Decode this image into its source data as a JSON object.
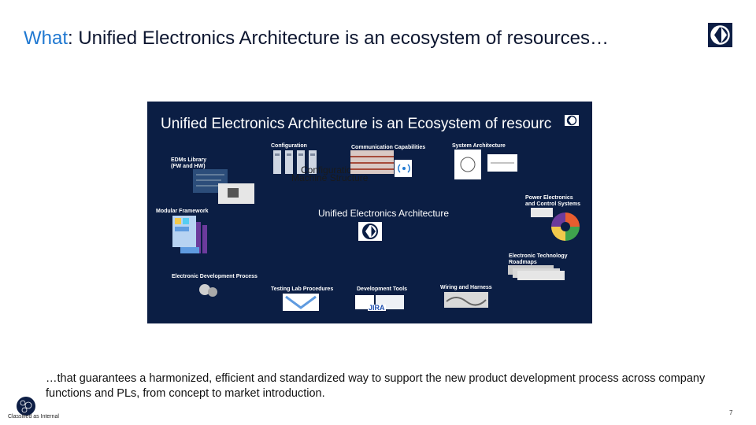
{
  "slide": {
    "title_keyword": "What",
    "title_rest": ": Unified Electronics Architecture is an ecosystem of resources…",
    "body": "…that guarantees a harmonized, efficient and standardized way to support the new product development process across company functions and PLs, from concept to market introduction.",
    "classification": "Classified as Internal",
    "page_number": "7"
  },
  "panel": {
    "title": "Unified Electronics Architecture is an Ecosystem of resourc",
    "center_label": "Unified Electronics Architecture",
    "overlay_line1": "Configuration",
    "overlay_line2": "Machine Structure",
    "labels": {
      "configuration": "Configuration",
      "communication": "Communication Capabilities",
      "system_architecture": "System Architecture",
      "edms_line1": "EDMs Library",
      "edms_line2": "(FW and HW)",
      "modular_framework": "Modular Framework",
      "power_line1": "Power Electronics",
      "power_line2": "and Control Systems",
      "tech_line1": "Electronic Technology",
      "tech_line2": "Roadmaps",
      "edp": "Electronic Development Process",
      "testing": "Testing Lab Procedures",
      "dev_tools": "Development Tools",
      "wiring": "Wiring and Harness",
      "jira": "JIRA"
    }
  },
  "colors": {
    "title_keyword": "#1f78d1",
    "panel_bg": "#0b1e44",
    "logo_bg": "#0d1e45"
  }
}
